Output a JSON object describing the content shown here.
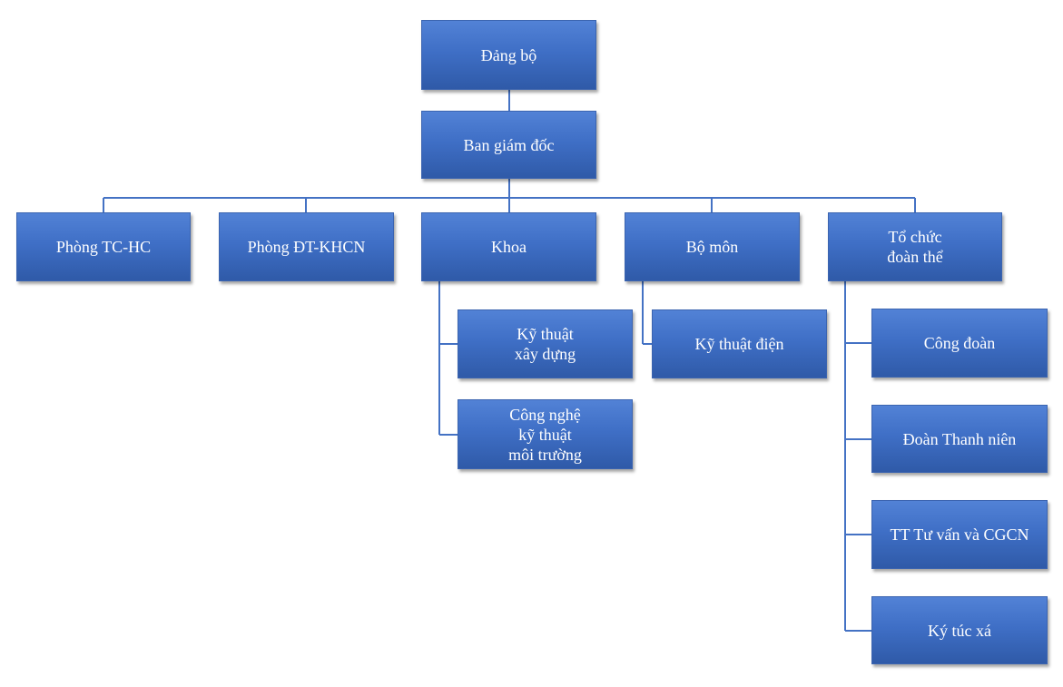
{
  "org_chart": {
    "root": {
      "label": "Đảng bộ"
    },
    "management": {
      "label": "Ban giám đốc"
    },
    "departments": [
      {
        "label": "Phòng TC-HC"
      },
      {
        "label": "Phòng ĐT-KHCN"
      },
      {
        "label": "Khoa"
      },
      {
        "label": "Bộ môn"
      },
      {
        "label": "Tổ chức\nđoàn thể"
      }
    ],
    "khoa_children": [
      {
        "label": "Kỹ thuật\nxây dựng"
      },
      {
        "label": "Công nghệ\nkỹ thuật\nmôi trường"
      }
    ],
    "bo_mon_children": [
      {
        "label": "Kỹ thuật điện"
      }
    ],
    "to_chuc_children": [
      {
        "label": "Công đoàn"
      },
      {
        "label": "Đoàn Thanh niên"
      },
      {
        "label": "TT Tư vấn và CGCN"
      },
      {
        "label": "Ký túc xá"
      }
    ]
  },
  "colors": {
    "box_fill": "#4472c4",
    "box_text": "#ffffff",
    "connector": "#4472c4"
  }
}
